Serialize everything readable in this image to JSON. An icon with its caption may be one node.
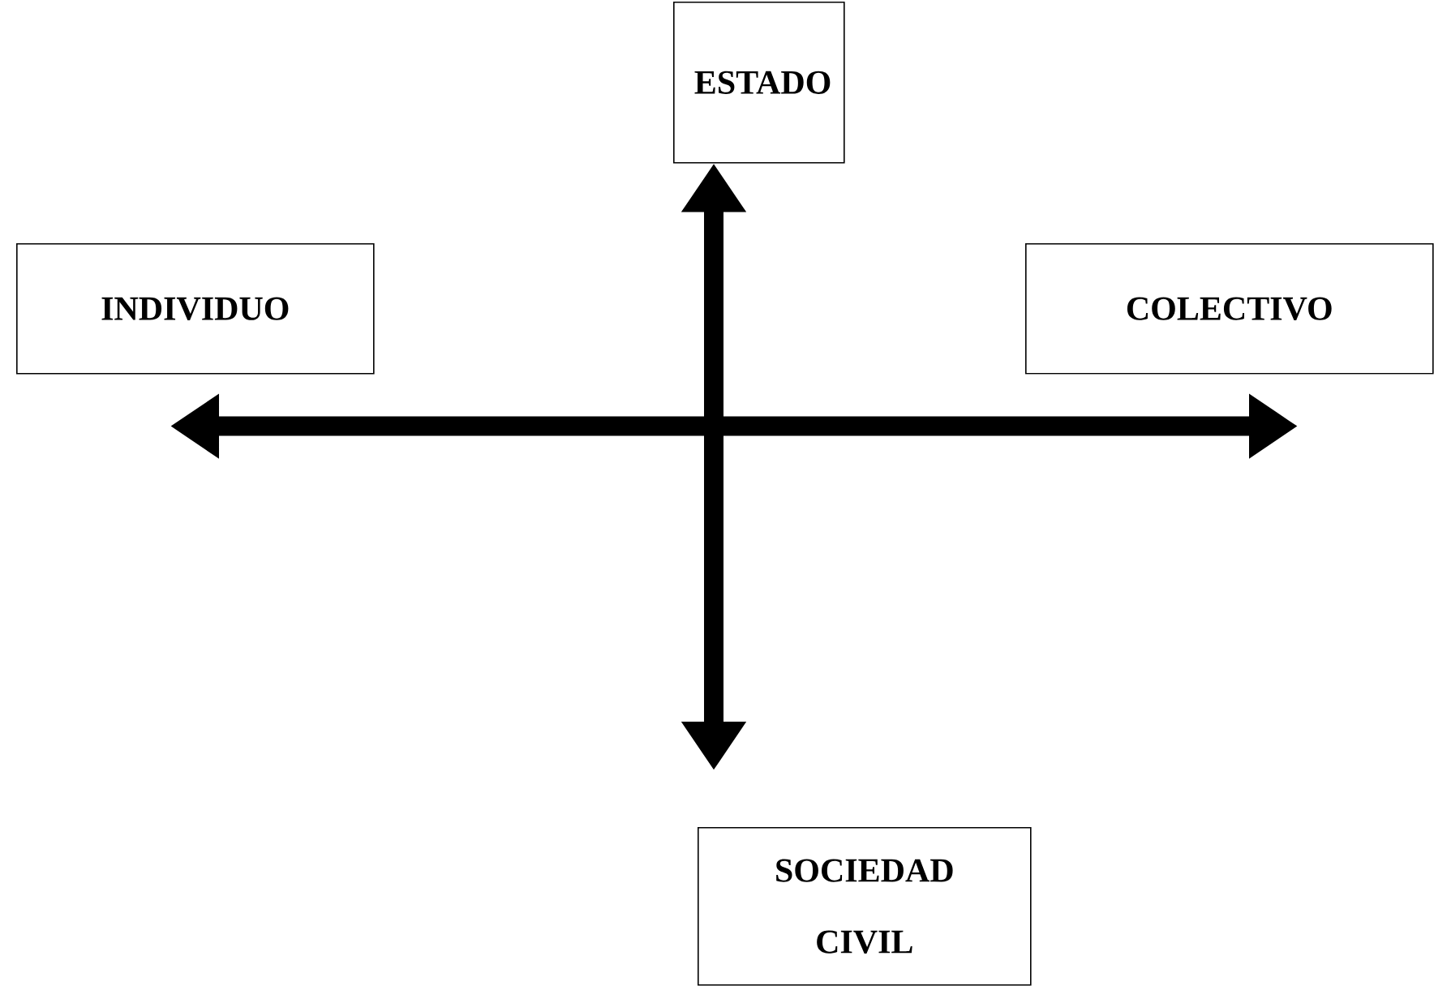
{
  "diagram": {
    "nodes": [
      {
        "text": [
          "ESTADO"
        ]
      },
      {
        "text": [
          "INDIVIDUO"
        ]
      },
      {
        "text": [
          "COLECTIVO"
        ]
      },
      {
        "text": [
          "SOCIEDAD CIVIL"
        ]
      }
    ],
    "edges": [
      {
        "from": 0,
        "to": 3,
        "arrow": "both"
      },
      {
        "from": 1,
        "to": 2,
        "arrow": "both"
      }
    ]
  }
}
